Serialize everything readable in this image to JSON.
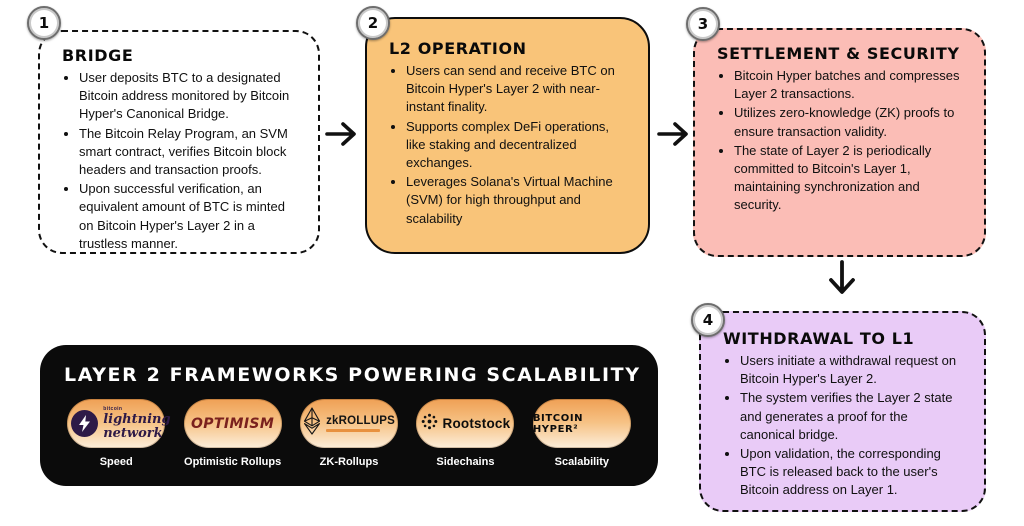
{
  "steps": [
    {
      "number": "1",
      "title": "BRIDGE",
      "bullets": [
        "User deposits BTC to a designated Bitcoin address monitored by Bitcoin Hyper's Canonical Bridge.",
        "The Bitcoin Relay Program, an SVM smart contract, verifies Bitcoin block headers and transaction proofs.",
        "Upon successful verification, an equivalent amount of BTC is minted on Bitcoin Hyper's Layer 2 in a trustless manner."
      ]
    },
    {
      "number": "2",
      "title": "L2 OPERATION",
      "bullets": [
        "Users can send and receive BTC on Bitcoin Hyper's Layer 2 with near-instant finality.",
        "Supports complex DeFi operations, like staking and decentralized exchanges.",
        "Leverages Solana's Virtual Machine (SVM) for high throughput and scalability"
      ]
    },
    {
      "number": "3",
      "title": "SETTLEMENT & SECURITY",
      "bullets": [
        "Bitcoin Hyper batches and compresses Layer 2 transactions.",
        "Utilizes zero-knowledge (ZK) proofs to ensure transaction validity.",
        "The state of Layer 2 is periodically committed to Bitcoin's Layer 1, maintaining synchronization and security."
      ]
    },
    {
      "number": "4",
      "title": "WITHDRAWAL TO L1",
      "bullets": [
        "Users initiate a withdrawal request on Bitcoin Hyper's Layer 2.",
        "The system verifies the Layer 2 state and generates a proof for the canonical bridge.",
        "Upon validation, the corresponding BTC is released back to the user's Bitcoin address on Layer 1."
      ]
    }
  ],
  "banner": {
    "title": "LAYER 2 FRAMEWORKS POWERING SCALABILITY",
    "frameworks": [
      {
        "brand_top": "bitcoin",
        "logo": "lightning network",
        "label": "Speed"
      },
      {
        "logo": "OPTIMISM",
        "label": "Optimistic Rollups"
      },
      {
        "logo": "zkROLLUPS",
        "label": "ZK-Rollups"
      },
      {
        "logo": "Rootstock",
        "label": "Sidechains"
      },
      {
        "logo": "BITCOIN HYPER²",
        "label": "Scalability"
      }
    ]
  },
  "colors": {
    "step2_bg": "#F9C479",
    "step3_bg": "#FBBDB6",
    "step4_bg": "#E9CBF7",
    "banner_bg": "#0B0B0B",
    "pill_gradient_top": "#EFA055",
    "pill_gradient_bottom": "#FCEEDB",
    "lightning_purple": "#2E1A47",
    "optimism_red": "#7A211E"
  }
}
